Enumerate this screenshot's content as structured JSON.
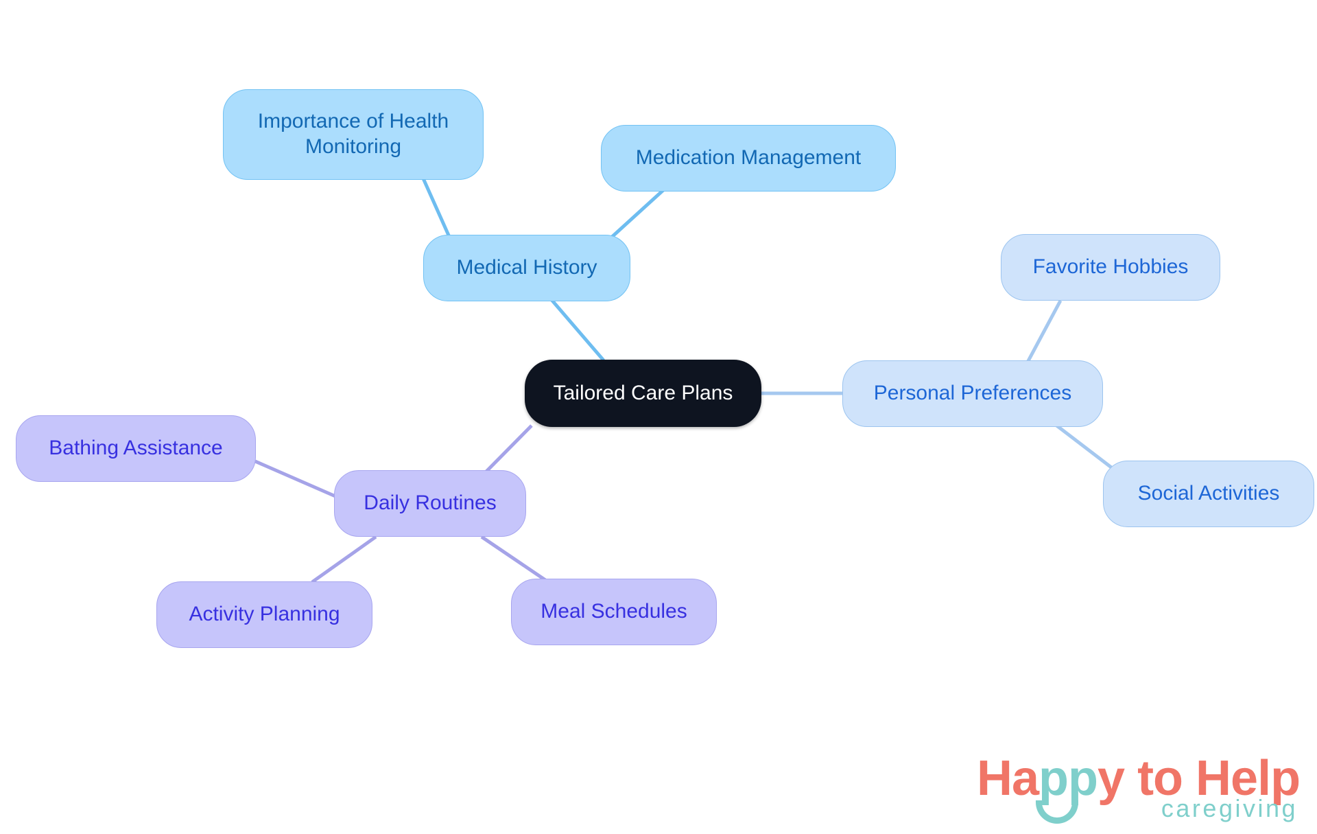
{
  "diagram": {
    "type": "mind-map",
    "title": "Tailored Care Plans",
    "background_color": "#ffffff",
    "root": {
      "id": "root",
      "label": "Tailored Care Plans",
      "fill": "#0e1420",
      "text_color": "#ffffff"
    },
    "branches": [
      {
        "id": "medical-history",
        "label": "Medical History",
        "fill": "#abddfd",
        "border": "#72c2f3",
        "text_color": "#1268b3",
        "edge_color": "#6ebdf0",
        "children": [
          {
            "id": "importance-of-health-monitoring",
            "label": "Importance of Health\nMonitoring"
          },
          {
            "id": "medication-management",
            "label": "Medication Management"
          }
        ]
      },
      {
        "id": "personal-preferences",
        "label": "Personal Preferences",
        "fill": "#cfe3fb",
        "border": "#9cc4ef",
        "text_color": "#1d66d6",
        "edge_color": "#a5c8ef",
        "children": [
          {
            "id": "favorite-hobbies",
            "label": "Favorite Hobbies"
          },
          {
            "id": "social-activities",
            "label": "Social Activities"
          }
        ]
      },
      {
        "id": "daily-routines",
        "label": "Daily Routines",
        "fill": "#c6c5fb",
        "border": "#a7a5ef",
        "text_color": "#3730e0",
        "edge_color": "#a5a3e8",
        "children": [
          {
            "id": "bathing-assistance",
            "label": "Bathing Assistance"
          },
          {
            "id": "activity-planning",
            "label": "Activity Planning"
          },
          {
            "id": "meal-schedules",
            "label": "Meal Schedules"
          }
        ]
      }
    ],
    "nodes": {
      "root": "Tailored Care Plans",
      "medical_history": "Medical History",
      "importance_of_health_monitoring": "Importance of Health\nMonitoring",
      "medication_management": "Medication Management",
      "personal_preferences": "Personal Preferences",
      "favorite_hobbies": "Favorite Hobbies",
      "social_activities": "Social Activities",
      "daily_routines": "Daily Routines",
      "bathing_assistance": "Bathing Assistance",
      "activity_planning": "Activity Planning",
      "meal_schedules": "Meal Schedules"
    }
  },
  "logo": {
    "word_part_1": "Ha",
    "word_part_2": "pp",
    "word_part_3": "y to Hel",
    "word_part_4": "p",
    "tagline": "caregiving",
    "coral": "#f07567",
    "teal": "#7fcfcb"
  }
}
